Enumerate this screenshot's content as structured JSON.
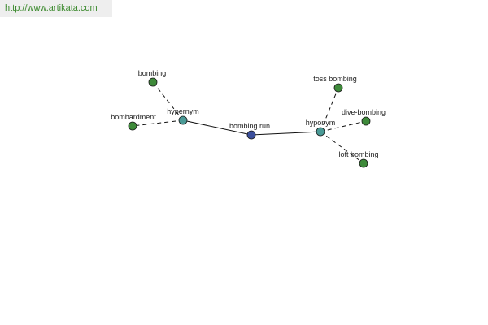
{
  "banner": {
    "url_text": "http://www.artikata.com"
  },
  "colors": {
    "center_node": "#3b4f9c",
    "relation_node": "#4a9a96",
    "leaf_node": "#3e8a3a",
    "banner_text": "#3c8a2e",
    "banner_bg": "#eeeeee"
  },
  "graph": {
    "nodes": [
      {
        "id": "center",
        "label": "bombing run",
        "kind": "center"
      },
      {
        "id": "hypernym",
        "label": "hypernym",
        "kind": "relation"
      },
      {
        "id": "hyponym",
        "label": "hyponym",
        "kind": "relation"
      },
      {
        "id": "bombing",
        "label": "bombing",
        "kind": "leaf"
      },
      {
        "id": "bombardment",
        "label": "bombardment",
        "kind": "leaf"
      },
      {
        "id": "toss-bombing",
        "label": "toss bombing",
        "kind": "leaf"
      },
      {
        "id": "dive-bombing",
        "label": "dive-bombing",
        "kind": "leaf"
      },
      {
        "id": "loft-bombing",
        "label": "loft bombing",
        "kind": "leaf"
      }
    ],
    "edges": [
      {
        "from": "center",
        "to": "hypernym",
        "style": "solid"
      },
      {
        "from": "center",
        "to": "hyponym",
        "style": "solid"
      },
      {
        "from": "hypernym",
        "to": "bombing",
        "style": "dashed"
      },
      {
        "from": "hypernym",
        "to": "bombardment",
        "style": "dashed"
      },
      {
        "from": "hyponym",
        "to": "toss-bombing",
        "style": "dashed"
      },
      {
        "from": "hyponym",
        "to": "dive-bombing",
        "style": "dashed"
      },
      {
        "from": "hyponym",
        "to": "loft-bombing",
        "style": "dashed"
      }
    ]
  }
}
